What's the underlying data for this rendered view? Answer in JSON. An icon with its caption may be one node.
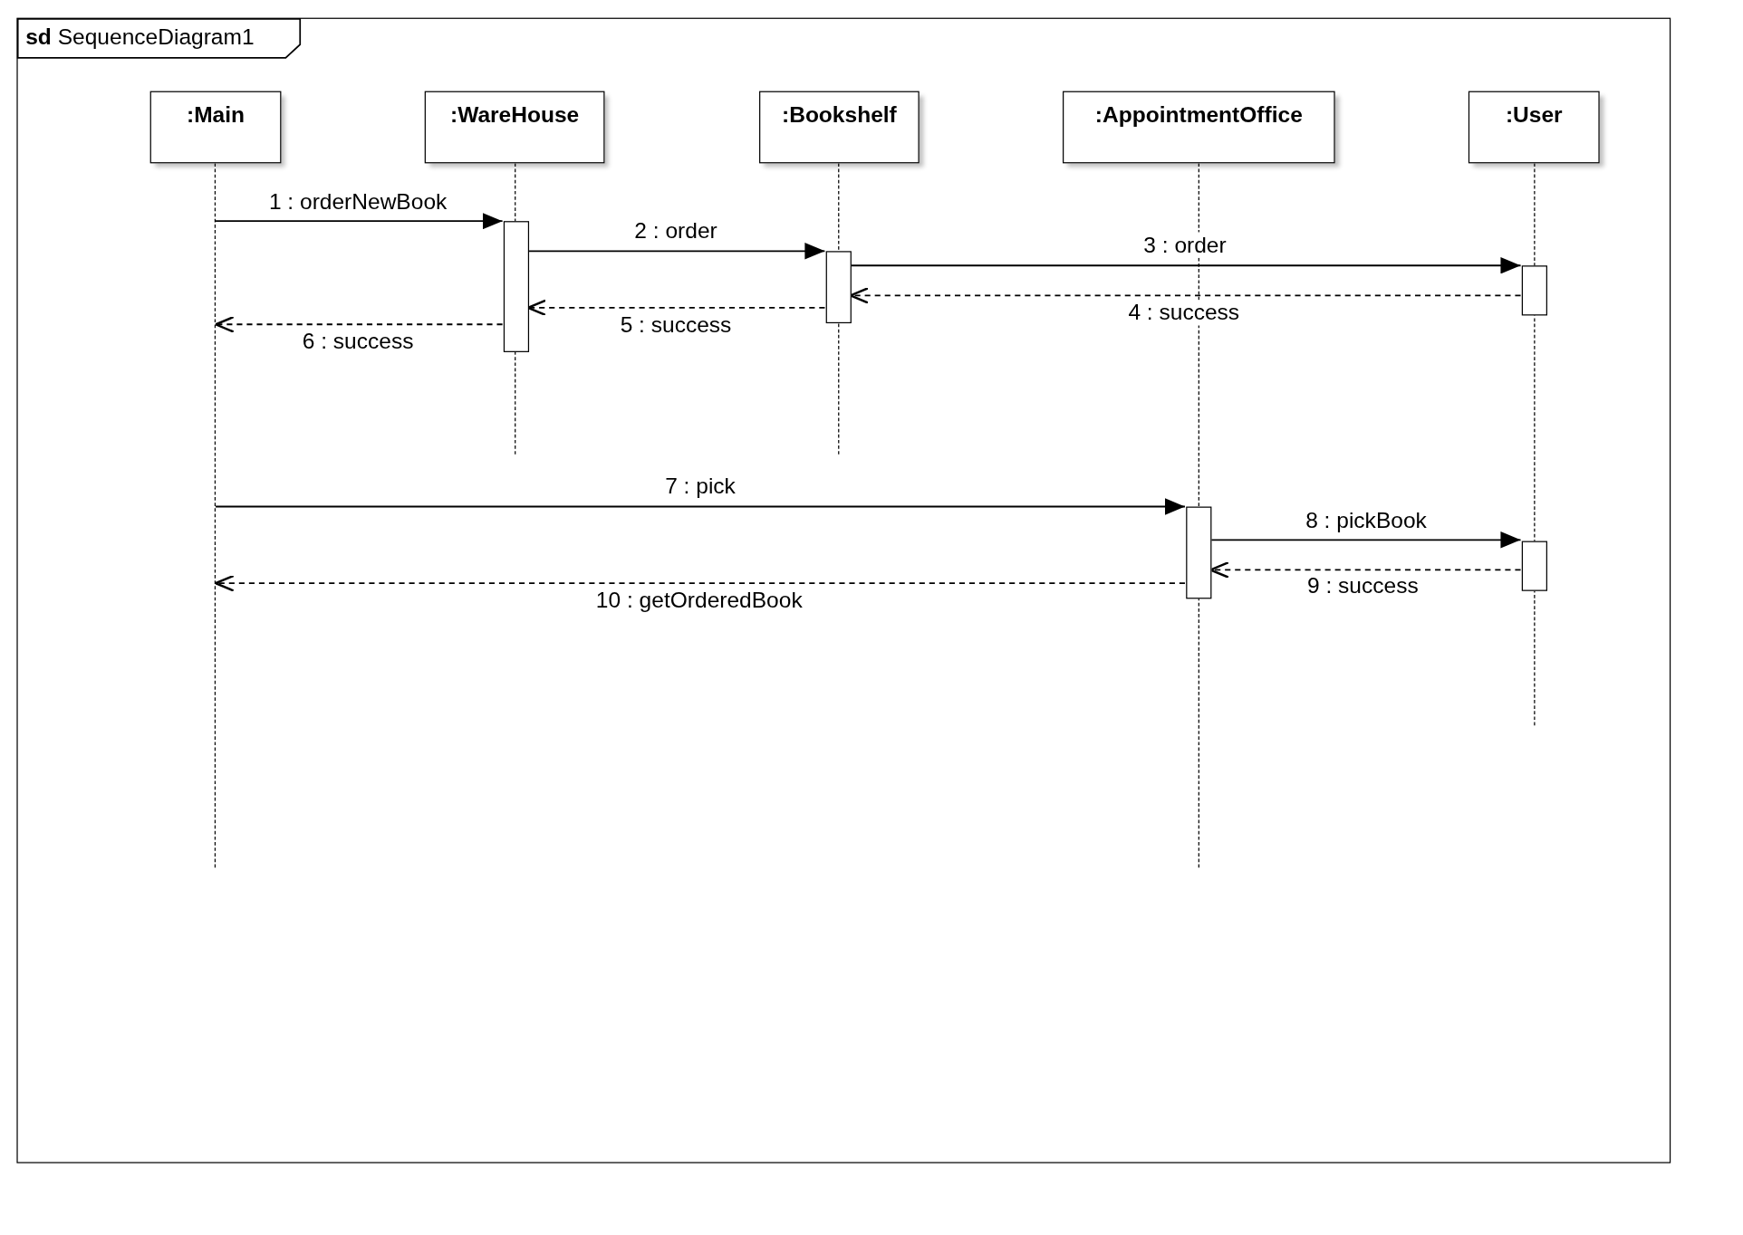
{
  "diagram": {
    "nodes": [
      {
        "text": [
          "**sd** SequenceDiagram1"
        ]
      },
      {
        "text": [
          ":Main"
        ],
        "in": 0
      },
      {
        "text": [
          ":WareHouse"
        ],
        "in": 0
      },
      {
        "text": [
          ":Bookshelf"
        ],
        "in": 0
      },
      {
        "text": [
          ":AppointmentOffice"
        ],
        "in": 0
      },
      {
        "text": [
          ":User"
        ],
        "in": 0
      },
      {
        "text": [],
        "shape": "line",
        "in": 0
      },
      {
        "text": [],
        "shape": "line",
        "in": 0
      },
      {
        "text": [],
        "shape": "line",
        "in": 0
      },
      {
        "text": [],
        "shape": "line",
        "in": 0
      },
      {
        "text": [],
        "shape": "line",
        "in": 0
      },
      {
        "text": [],
        "shape": "bar",
        "in": 0
      },
      {
        "text": [],
        "shape": "bar",
        "in": 0
      },
      {
        "text": [],
        "shape": "bar",
        "in": 0
      },
      {
        "text": [],
        "shape": "bar",
        "in": 0
      },
      {
        "text": [],
        "shape": "bar",
        "in": 0
      }
    ],
    "edges": [
      {
        "from": 6,
        "to": 11,
        "arrow": "to",
        "label": "1 : orderNewBook"
      },
      {
        "from": 11,
        "to": 12,
        "arrow": "to",
        "label": "2 : order"
      },
      {
        "from": 12,
        "to": 13,
        "arrow": "to",
        "label": "3 : order"
      },
      {
        "from": 13,
        "to": 12,
        "arrow": "to",
        "label": "4 : success",
        "style": "dashed"
      },
      {
        "from": 12,
        "to": 11,
        "arrow": "to",
        "label": "5 : success",
        "style": "dashed"
      },
      {
        "from": 11,
        "to": 6,
        "arrow": "to",
        "label": "6 : success",
        "style": "dashed"
      },
      {
        "from": 6,
        "to": 14,
        "arrow": "to",
        "label": "7 : pick"
      },
      {
        "from": 14,
        "to": 15,
        "arrow": "to",
        "label": "8 : pickBook"
      },
      {
        "from": 15,
        "to": 14,
        "arrow": "to",
        "label": "9 : success",
        "style": "dashed"
      },
      {
        "from": 14,
        "to": 6,
        "arrow": "to",
        "label": "10 : getOrderedBook",
        "style": "dashed"
      }
    ]
  }
}
